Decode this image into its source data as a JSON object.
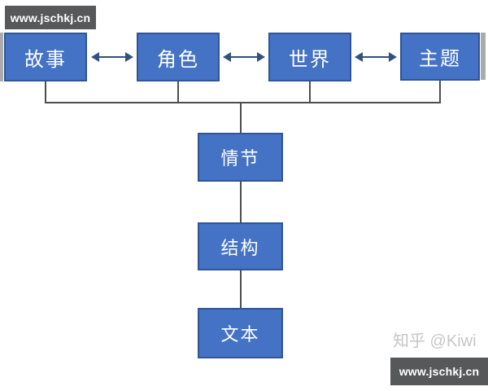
{
  "watermarks": {
    "top": "www.jschkj.cn",
    "bottom": "www.jschkj.cn"
  },
  "credit": "知乎 @Kiwi",
  "colors": {
    "node_fill": "#4472c4",
    "node_border": "#2f5597",
    "arrow": "#31517f",
    "connector_line": "#4d4d4d",
    "watermark_bg": "#57585a",
    "watermark_text": "#ffffff",
    "credit_text": "#c6c6c6",
    "background": "#ffffff"
  },
  "diagram": {
    "top_nodes": [
      {
        "label": "故事"
      },
      {
        "label": "角色"
      },
      {
        "label": "世界"
      },
      {
        "label": "主题"
      }
    ],
    "chain_nodes": [
      {
        "label": "情节"
      },
      {
        "label": "结构"
      },
      {
        "label": "文本"
      }
    ]
  }
}
